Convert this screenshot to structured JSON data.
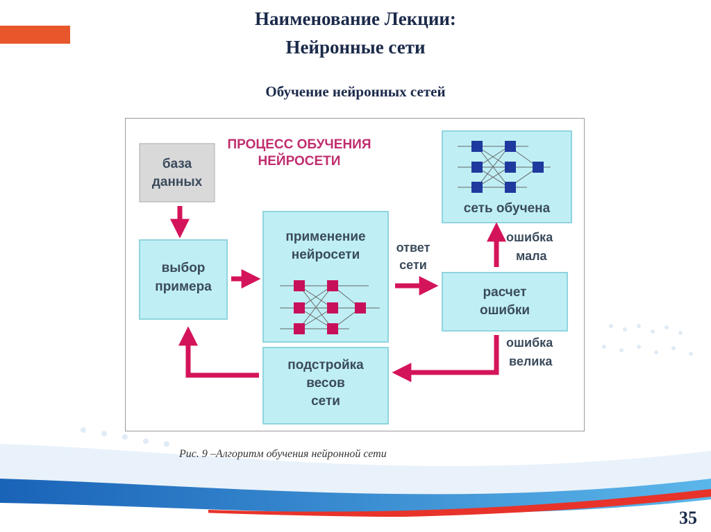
{
  "header": {
    "title_line1": "Наименование Лекции:",
    "title_line2": "Нейронные сети",
    "subtitle": "Обучение нейронных сетей"
  },
  "diagram": {
    "heading_line1": "ПРОЦЕСС ОБУЧЕНИЯ",
    "heading_line2": "НЕЙРОСЕТИ",
    "nodes": {
      "database": {
        "line1": "база",
        "line2": "данных"
      },
      "select_example": {
        "line1": "выбор",
        "line2": "примера"
      },
      "apply_network": {
        "line1": "применение",
        "line2": "нейросети"
      },
      "error_calc": {
        "line1": "расчет",
        "line2": "ошибки"
      },
      "adjust_weights": {
        "line1": "подстройка",
        "line2": "весов",
        "line3": "сети"
      },
      "trained": {
        "line1": "сеть обучена"
      }
    },
    "edges": {
      "answer": {
        "line1": "ответ",
        "line2": "сети"
      },
      "error_small": {
        "line1": "ошибка",
        "line2": "мала"
      },
      "error_large": {
        "line1": "ошибка",
        "line2": "велика"
      }
    },
    "colors": {
      "box_fill": "#bfeff5",
      "box_border": "#8fd4de",
      "arrow": "#d4145a",
      "neuron": "#c8105a",
      "neuron_trained": "#1f3a9e",
      "heading": "#c02d6e"
    }
  },
  "caption": "Рис. 9 –Алгоритм обучения нейронной сети",
  "page_number": "35"
}
